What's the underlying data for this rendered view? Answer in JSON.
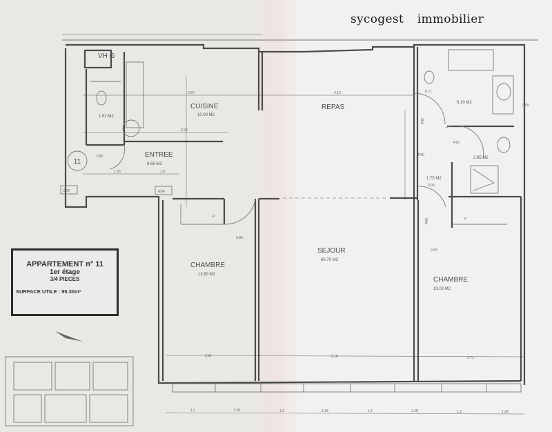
{
  "header": {
    "brand_part1": "sycogest",
    "brand_part2": "immobilier"
  },
  "info_box": {
    "title": "APPARTEMENT n° 11",
    "floor": "1er étage",
    "rooms": "3/4 PIECES",
    "surface": "SURFACE UTILE : 95.30m²"
  },
  "rooms": {
    "vhg": "VH G",
    "wc_area": "1.52 M2",
    "cuisine": "CUISINE",
    "cuisine_area": "10.00 M2",
    "repas": "REPAS",
    "entree": "ENTREE",
    "entree_area": "6.65 M2",
    "bath_area": "6.10 M2",
    "shower_area": "2.95 M2",
    "hall_area": "1.75 M2",
    "chambre1": "CHAMBRE",
    "chambre1_area": "12.60 M2",
    "sejour": "SEJOUR",
    "sejour_area": "60.70 M2",
    "chambre2": "CHAMBRE",
    "chambre2_area": "13.03 M2"
  },
  "markers": {
    "apartment_number": "11",
    "door_p90": "P90",
    "door_p80_a": "P80",
    "door_p80_b": "P80",
    "door_p80_c": "P80",
    "door_p80_d": "P80",
    "edf_1": "EDF",
    "edf_2": "EDF",
    "p_1": "P",
    "p_2": "P"
  },
  "dimensions": {
    "d_387": "3.87",
    "d_410": "4.10",
    "d_223": "2.23",
    "d_193": "1.93",
    "d_14": "1.4",
    "d_089": "0.89",
    "d_283": "2.83",
    "d_281": "2.81",
    "d_618": "6.18",
    "d_271": "2.71",
    "d_099": "0.99",
    "d_071": "0.71",
    "d_069": "0.69",
    "bottom": [
      "1.2",
      "1.28",
      "1.2",
      "1.28",
      "1.2",
      "1.28",
      "1.2",
      "1.28"
    ]
  }
}
